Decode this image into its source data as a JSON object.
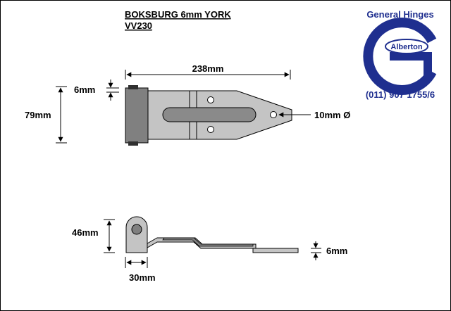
{
  "title": {
    "line1": "BOKSBURG 6mm YORK",
    "line2": "VV230"
  },
  "logo": {
    "company": "General Hinges",
    "town": "Alberton",
    "phone": "(011) 907 1755/6",
    "brand_color": "#1f2f8f"
  },
  "dimensions": {
    "length": "238mm",
    "thickness_top": "6mm",
    "height": "79mm",
    "hole": "10mm Ø",
    "side_height": "46mm",
    "side_thickness": "6mm",
    "knuckle_width": "30mm"
  },
  "colors": {
    "plate": "#c4c4c4",
    "knuckle": "#808080",
    "outline": "#000000"
  }
}
